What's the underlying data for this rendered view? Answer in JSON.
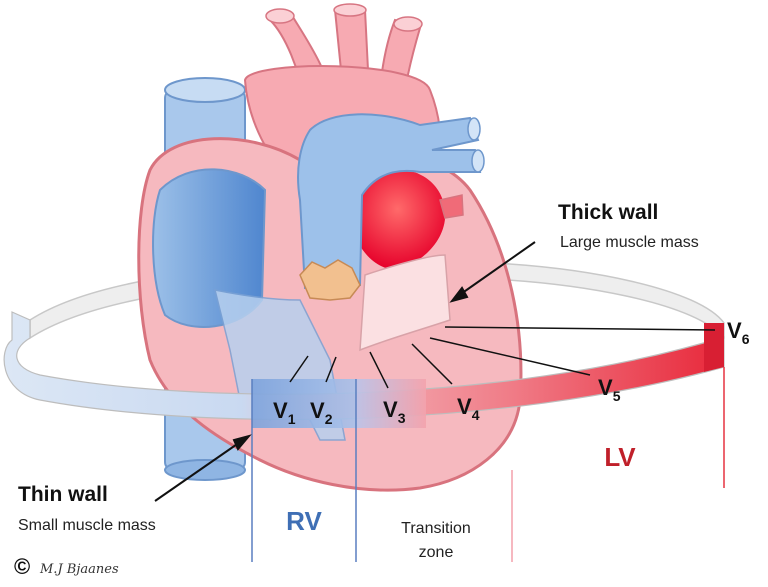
{
  "labels": {
    "thick_wall_title": "Thick wall",
    "thick_wall_sub": "Large muscle mass",
    "thin_wall_title": "Thin wall",
    "thin_wall_sub": "Small muscle mass",
    "rv": "RV",
    "lv": "LV",
    "transition_line1": "Transition",
    "transition_line2": "zone"
  },
  "leads": [
    {
      "base": "V",
      "sub": "1"
    },
    {
      "base": "V",
      "sub": "2"
    },
    {
      "base": "V",
      "sub": "3"
    },
    {
      "base": "V",
      "sub": "4"
    },
    {
      "base": "V",
      "sub": "5"
    },
    {
      "base": "V",
      "sub": "6"
    }
  ],
  "copyright": {
    "symbol": "©",
    "signature": "M.J Bjaanes"
  },
  "colors": {
    "right_heart_blue": "#8fb8e3",
    "left_heart_red": "#e8283a",
    "heart_pink": "#f6b9bf",
    "band_gray": "#e6e6e6",
    "rv_label": "#3f6fb5",
    "lv_label": "#c0202a"
  }
}
